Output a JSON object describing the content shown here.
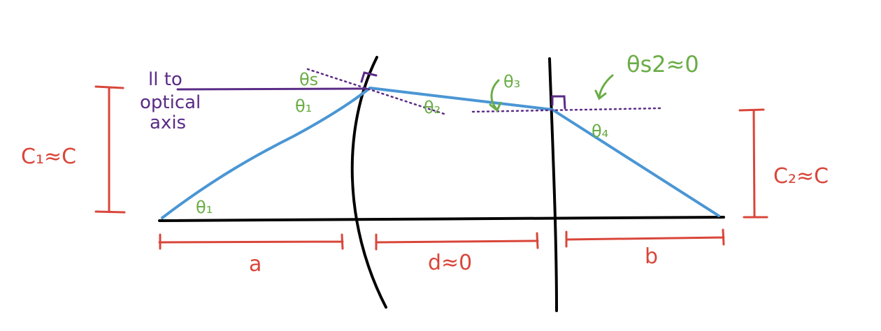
{
  "labels": {
    "a": "a",
    "d": "d≈0",
    "b": "b",
    "c1": "C₁≈C",
    "c2": "C₂≈C",
    "theta1_axis": "θ₁",
    "theta1_lens": "θ₁",
    "theta2": "θ₂",
    "theta3": "θ₃",
    "theta4": "θ₄",
    "theta_s": "θs",
    "theta_s2": "θs2≈0",
    "parallel_line1": "ll to",
    "parallel_line2": "optical",
    "parallel_line3": "axis"
  },
  "colors": {
    "dimension": "#d9463a",
    "angle": "#6aad46",
    "annotation": "#5a2b86",
    "ray": "#4a96d4",
    "ink": "#000000"
  }
}
